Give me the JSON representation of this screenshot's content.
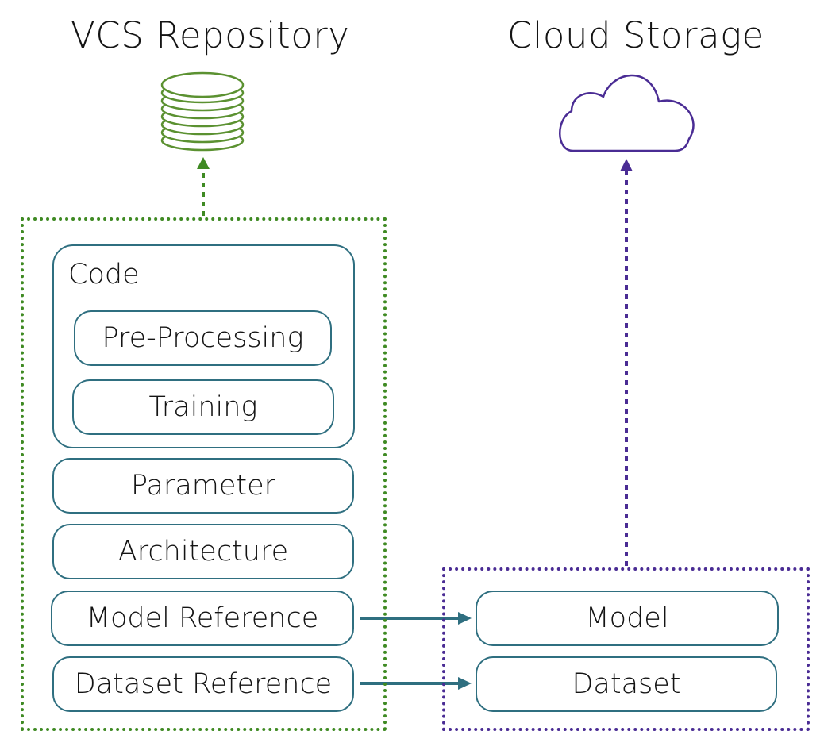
{
  "vcs": {
    "title": "VCS Repository",
    "code_label": "Code",
    "code_items": [
      "Pre-Processing",
      "Training"
    ],
    "items": [
      "Parameter",
      "Architecture",
      "Model Reference",
      "Dataset Reference"
    ]
  },
  "cloud": {
    "title": "Cloud Storage",
    "items": [
      "Model",
      "Dataset"
    ]
  },
  "colors": {
    "vcs_accent": "#3f8a23",
    "cloud_accent": "#4a2c94",
    "box_border": "#2f6f80"
  },
  "icons": {
    "vcs": "database-icon",
    "cloud": "cloud-icon"
  }
}
